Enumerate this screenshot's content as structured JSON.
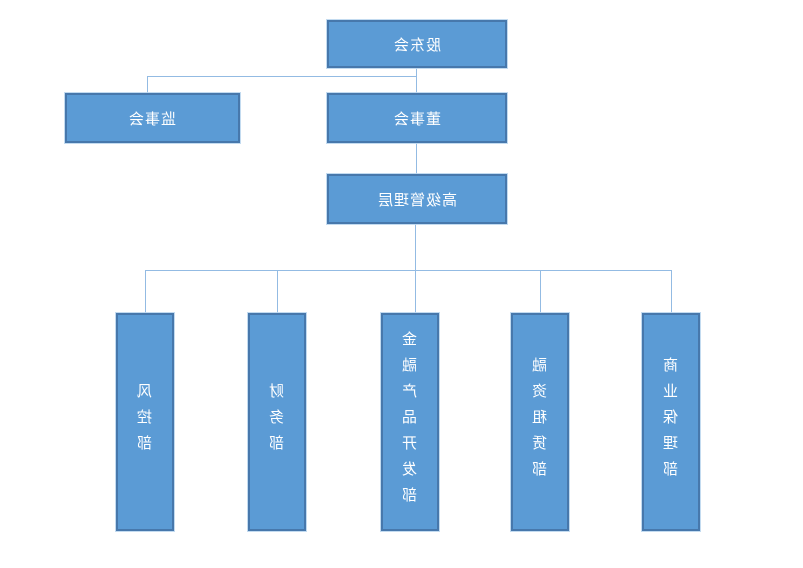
{
  "colors": {
    "background": "#FFFFFF",
    "node_fill": "#5B9BD5",
    "node_border": "#4778AC",
    "connector": "#93BBE3",
    "text": "#FFFFFF"
  },
  "rendering": {
    "text_mirrored": true
  },
  "nodes": {
    "shareholders": {
      "label": "股东会"
    },
    "supervisory_board": {
      "label": "监事会"
    },
    "board_of_directors": {
      "label": "董事会"
    },
    "senior_management": {
      "label": "高级管理层"
    },
    "departments": [
      {
        "label": "风控部"
      },
      {
        "label": "财务部"
      },
      {
        "label": "金融产品开发部"
      },
      {
        "label": "融资租赁部"
      },
      {
        "label": "商业保理部"
      }
    ]
  }
}
